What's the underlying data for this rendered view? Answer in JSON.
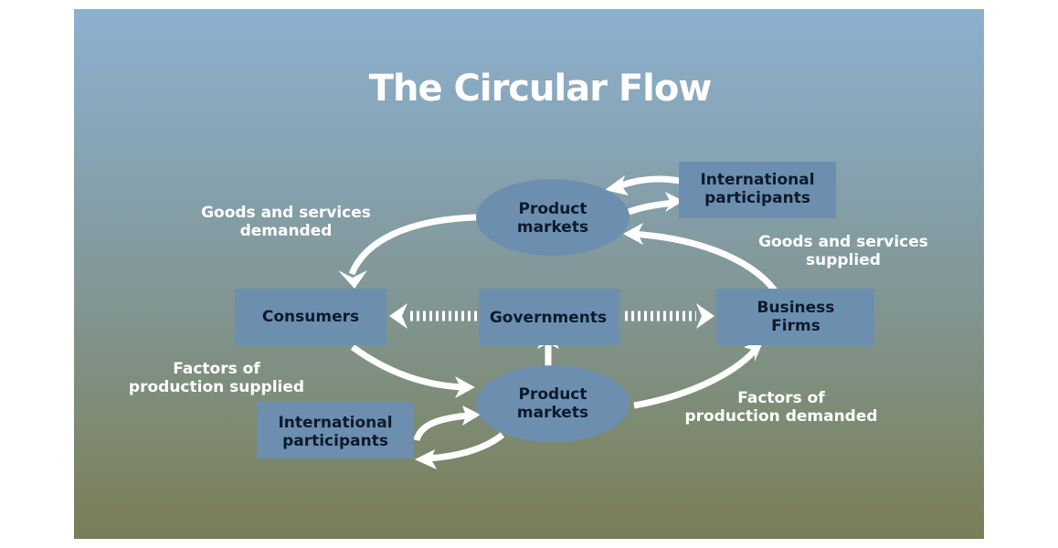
{
  "title": "The Circular Flow",
  "colors": {
    "node_fill": "#6c8fb0",
    "node_text": "#0d1a2b",
    "arrow": "#ffffff",
    "background_top": "#8db0d0",
    "background_bottom": "#7a7d58"
  },
  "nodes": {
    "product_markets_top": [
      "Product",
      "markets"
    ],
    "international_top": [
      "International",
      "participants"
    ],
    "consumers": [
      "Consumers"
    ],
    "governments": [
      "Governments"
    ],
    "business_firms": [
      "Business",
      "Firms"
    ],
    "product_markets_bottom": [
      "Product",
      "markets"
    ],
    "international_bottom": [
      "International",
      "participants"
    ]
  },
  "flow_labels": {
    "goods_demanded": [
      "Goods and services",
      "demanded"
    ],
    "goods_supplied": [
      "Goods and services",
      "supplied"
    ],
    "factors_supplied": [
      "Factors of",
      "production supplied"
    ],
    "factors_demanded": [
      "Factors of",
      "production demanded"
    ]
  }
}
